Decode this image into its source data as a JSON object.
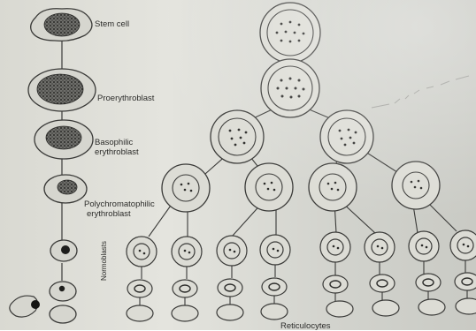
{
  "labels": {
    "stem_cell": "Stem cell",
    "proerythroblast": "Proerythroblast",
    "basophilic_1": "Basophilic",
    "basophilic_2": "erythroblast",
    "polychromatophilic_1": "Polychromatophilic",
    "polychromatophilic_2": "erythroblast",
    "normoblasts": "Normoblasts",
    "reticulocytes": "Reticulocytes"
  },
  "colors": {
    "ink": "#3a3a38",
    "cell_fill": "#dcdcd5",
    "nucleus_dark": "#4a4a48",
    "paper": "#e0e0da"
  }
}
